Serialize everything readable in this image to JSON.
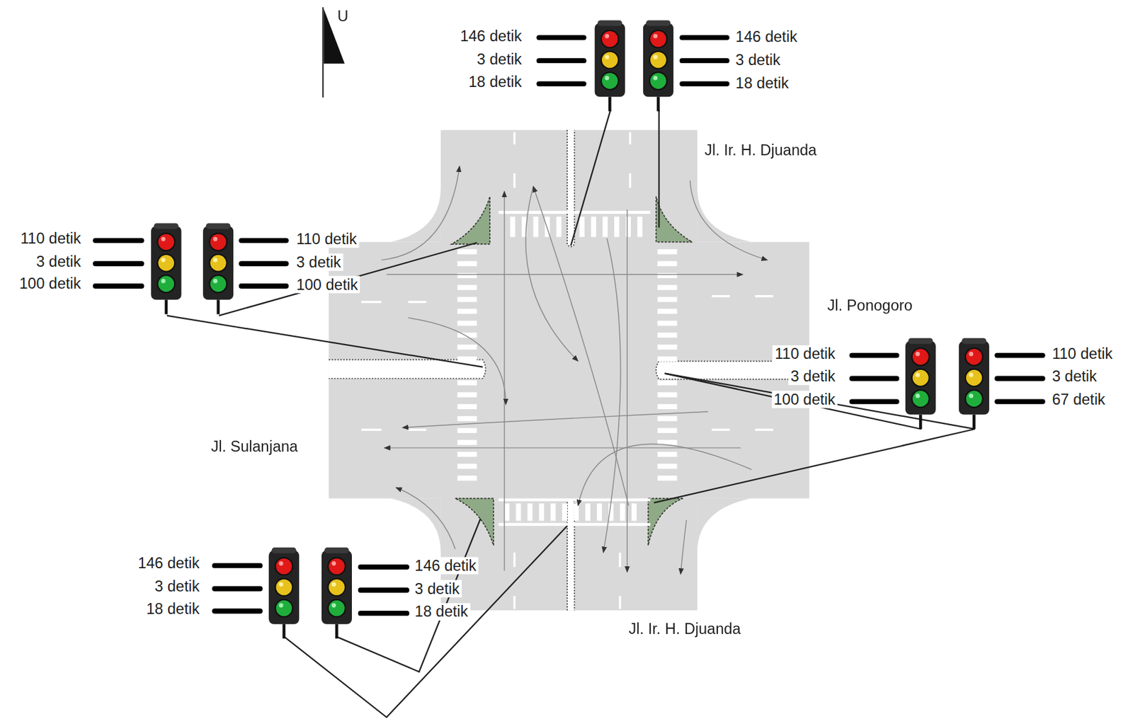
{
  "diagram": {
    "labels": [
      "U",
      "146 detik",
      "3 detik",
      "18 detik",
      "146 detik",
      "3 detik",
      "18 detik",
      "Jl. Ir. H. Djuanda",
      "110 detik",
      "3 detik",
      "100 detik",
      "110 detik",
      "3 detik",
      "100 detik",
      "Jl. Ponogoro",
      "110 detik",
      "3 detik",
      "100 detik",
      "110 detik",
      "3 detik",
      "67 detik",
      "Jl. Sulanjana",
      "146 detik",
      "3 detik",
      "18 detik",
      "146 detik",
      "3 detik",
      "18 detik",
      "Jl. Ir. H. Djuanda"
    ]
  }
}
